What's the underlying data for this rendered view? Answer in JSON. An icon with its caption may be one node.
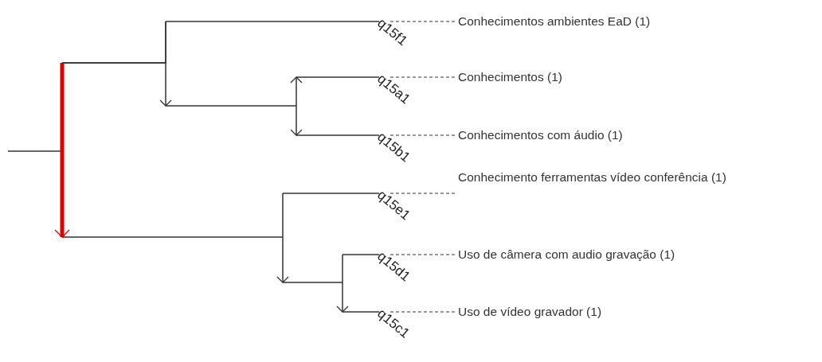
{
  "diagram": {
    "nodes": [
      {
        "text": [
          "q15f1"
        ]
      },
      {
        "text": [
          "Conhecimentos ambientes EaD (1)"
        ]
      },
      {
        "text": [
          "q15a1"
        ]
      },
      {
        "text": [
          "Conhecimentos (1)"
        ]
      },
      {
        "text": [
          "q15b1"
        ]
      },
      {
        "text": [
          "Conhecimentos com áudio (1)"
        ]
      },
      {
        "text": [
          "q15e1"
        ]
      },
      {
        "text": [
          "Conhecimento ferramentas vídeo conferência (1)"
        ]
      },
      {
        "text": [
          "q15d1"
        ]
      },
      {
        "text": [
          "Uso de câmera com audio gravação (1)"
        ]
      },
      {
        "text": [
          "q15c1"
        ]
      },
      {
        "text": [
          "Uso de vídeo gravador (1)"
        ]
      }
    ],
    "edges": [
      {
        "from": 0,
        "to": 1,
        "arrow": "none",
        "style": "dashed"
      },
      {
        "from": 2,
        "to": 3,
        "arrow": "none",
        "style": "dashed"
      },
      {
        "from": 4,
        "to": 5,
        "arrow": "none",
        "style": "dashed"
      },
      {
        "from": 6,
        "to": 7,
        "arrow": "none",
        "style": "dashed"
      },
      {
        "from": 8,
        "to": 9,
        "arrow": "none",
        "style": "dashed"
      },
      {
        "from": 10,
        "to": 11,
        "arrow": "none",
        "style": "dashed"
      },
      {
        "from": 0,
        "to": null,
        "arrow": "to"
      },
      {
        "from": 2,
        "to": 4,
        "arrow": "both"
      },
      {
        "from": 6,
        "to": null,
        "arrow": "to"
      },
      {
        "from": 8,
        "to": 10,
        "arrow": "to"
      },
      {
        "from": 0,
        "to": null,
        "arrow": "to",
        "style": "thick",
        "color": "#e00000"
      }
    ]
  }
}
